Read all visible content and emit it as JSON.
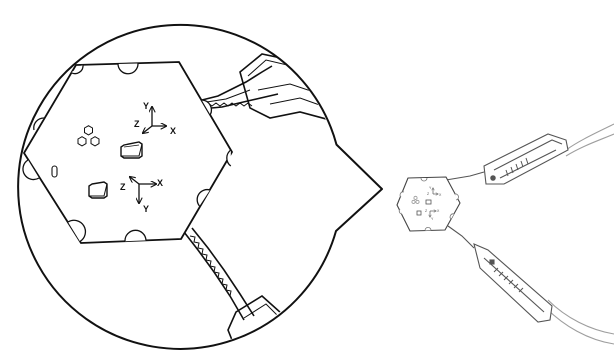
{
  "colors": {
    "stroke": "#111111",
    "board": "#ffffff",
    "cable": "#bdbdbd",
    "background": "#ffffff"
  },
  "labels": {
    "sensor_upper": {
      "y": "Y",
      "z": "Z",
      "x": "X"
    },
    "sensor_lower": {
      "z": "Z",
      "x": "X",
      "y": "Y"
    },
    "overview_upper": {
      "y": "Y",
      "z": "Z",
      "x": "X"
    },
    "overview_lower": {
      "z": "Z",
      "x": "X",
      "y": "Y"
    }
  },
  "icons": [
    "hexagon-board",
    "test-probe",
    "magnifier-callout",
    "axis-triad",
    "chip",
    "hexagon-cluster-marking"
  ]
}
